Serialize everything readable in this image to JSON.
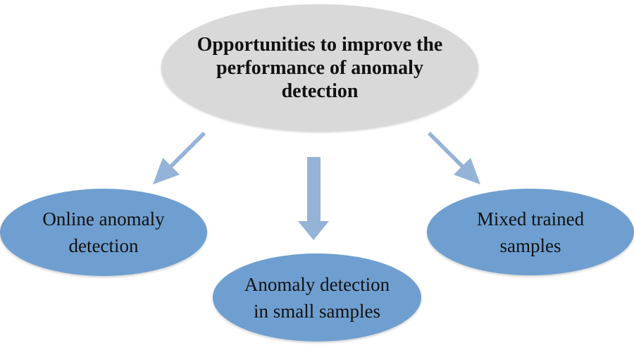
{
  "diagram": {
    "root": {
      "label": "Opportunities to improve the\nperformance of anomaly\ndetection"
    },
    "children": [
      {
        "id": "left",
        "label": "Online anomaly\ndetection"
      },
      {
        "id": "center",
        "label": "Anomaly detection\nin small samples"
      },
      {
        "id": "right",
        "label": "Mixed trained\nsamples"
      }
    ],
    "colors": {
      "root_fill": "#d9d9d9",
      "child_fill": "#6f9fd0",
      "arrow_fill": "#95b3d7",
      "text": "#111111"
    }
  }
}
